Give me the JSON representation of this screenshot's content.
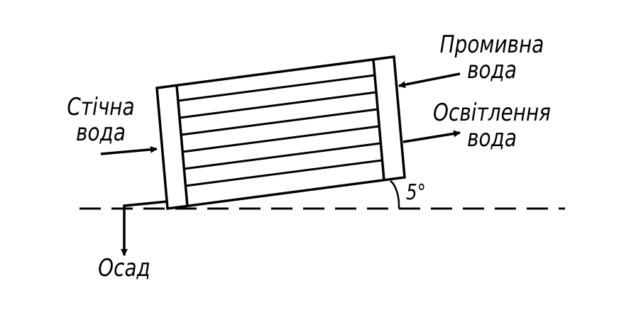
{
  "labels": {
    "inlet_line1": "Стічна",
    "inlet_line2": "вода",
    "wash_line1": "Промивна",
    "wash_line2": "вода",
    "clarified_line1": "Освітлення",
    "clarified_line2": "вода",
    "sediment": "Осад",
    "angle": "5°"
  },
  "colors": {
    "stroke": "#000000",
    "background": "#ffffff"
  }
}
